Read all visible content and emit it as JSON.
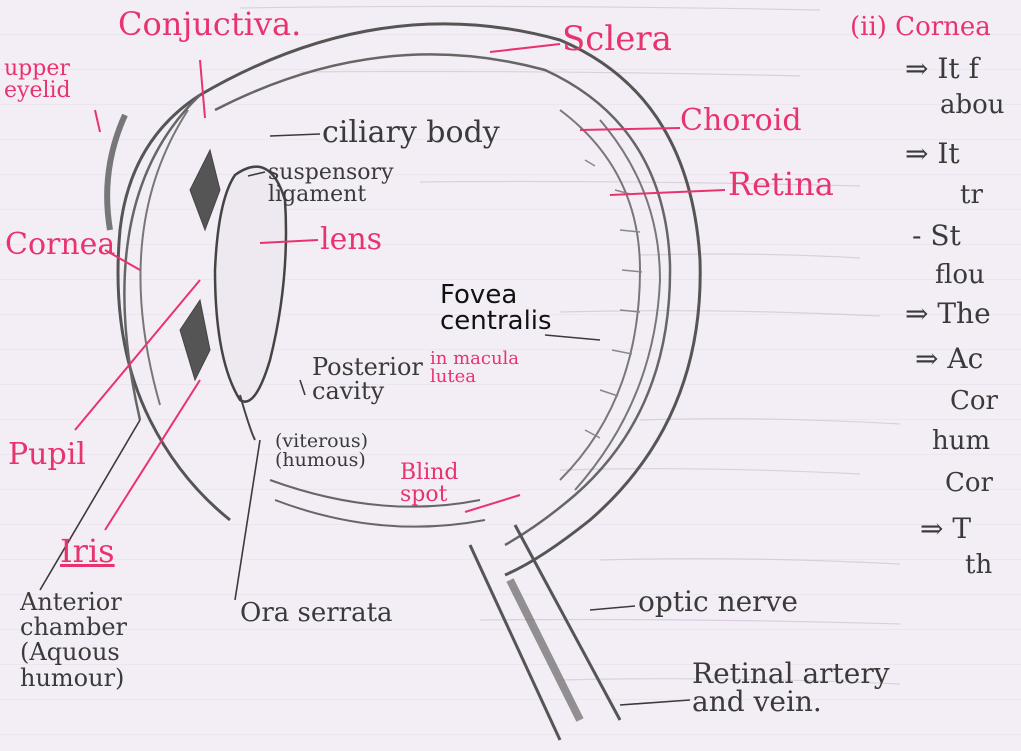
{
  "labels": {
    "upper_eyelid": "upper\neyelid",
    "conjuctiva": "Conjuctiva.",
    "sclera": "Sclera",
    "choroid": "Choroid",
    "retina": "Retina",
    "cornea": "Cornea",
    "lens": "lens",
    "pupil": "Pupil",
    "iris": "Iris",
    "ciliary_body": "ciliary body",
    "suspensory_ligament": "suspensory\nligament",
    "fovea_centralis": "Fovea\ncentralis",
    "in_macula_lutea": "in macula\nlutea",
    "posterior_cavity": "Posterior\ncavity",
    "viterous_humous": "(viterous)\n(humous)",
    "blind_spot": "Blind\nspot",
    "anterior_chamber": "Anterior\nchamber\n(Aquous\nhumour)",
    "ora_serrata": "Ora serrata",
    "optic_nerve": "optic nerve",
    "retinal_artery": "Retinal artery\nand vein."
  },
  "side_notes": {
    "heading": "(ii) Cornea",
    "lines": [
      "⇒ It f",
      "abou",
      "⇒ It",
      "tr",
      "- St",
      "flou",
      "⇒ The",
      "⇒ Ac",
      "Cor",
      "hum",
      "Cor",
      "⇒ T",
      "th"
    ]
  },
  "colors": {
    "ink_pink": "#e8336e",
    "pencil": "#3a3a3a",
    "paper": "#f3eef5"
  }
}
